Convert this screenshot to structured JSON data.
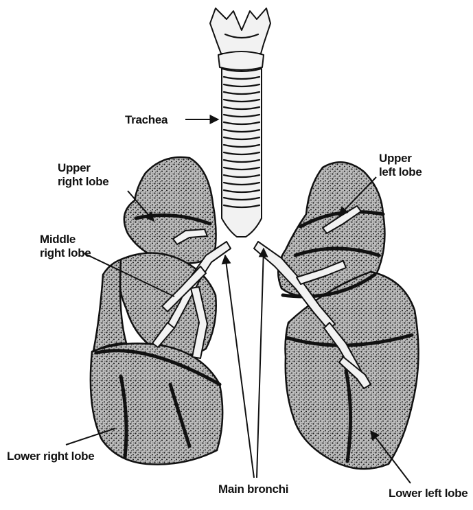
{
  "labels": {
    "trachea": "Trachea",
    "upper_right_lobe": [
      "Upper",
      "right lobe"
    ],
    "middle_right_lobe": [
      "Middle",
      "right lobe"
    ],
    "lower_right_lobe": "Lower right lobe",
    "upper_left_lobe": [
      "Upper",
      "left lobe"
    ],
    "lower_left_lobe": "Lower left lobe",
    "main_bronchi": "Main bronchi"
  }
}
